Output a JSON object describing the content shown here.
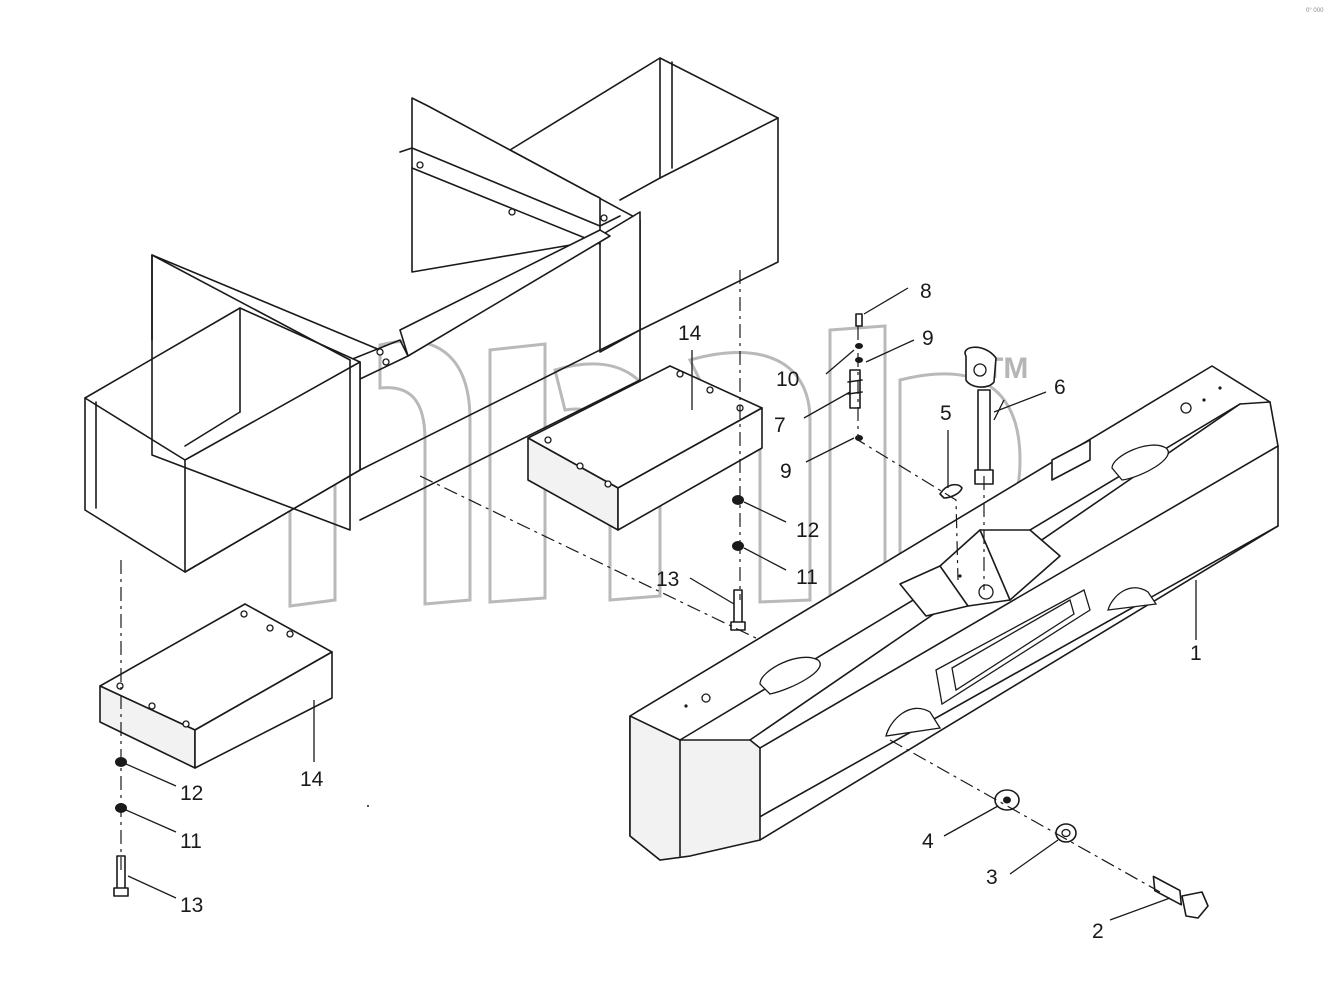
{
  "callouts": {
    "c1": "1",
    "c2": "2",
    "c3": "3",
    "c4": "4",
    "c5": "5",
    "c6": "6",
    "c7": "7",
    "c8": "8",
    "c9a": "9",
    "c9b": "9",
    "c10": "10",
    "c11a": "11",
    "c11b": "11",
    "c12a": "12",
    "c12b": "12",
    "c13a": "13",
    "c13b": "13",
    "c14a": "14",
    "c14b": "14"
  },
  "watermark": {
    "trademark": "TM"
  },
  "corner_mark": "0° 000"
}
